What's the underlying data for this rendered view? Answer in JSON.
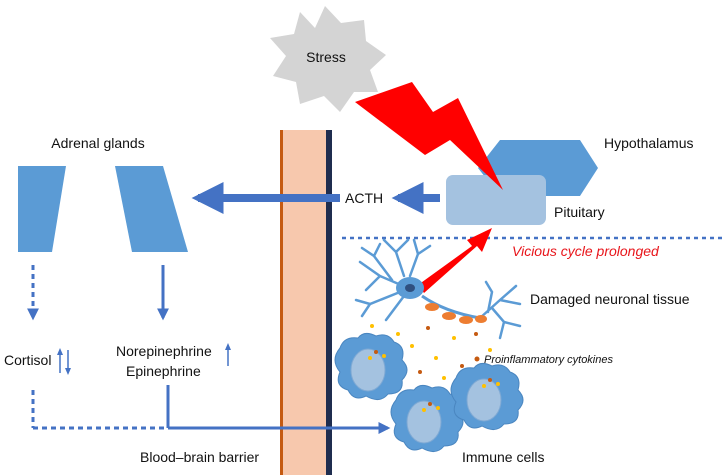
{
  "labels": {
    "stress": "Stress",
    "adrenal_glands": "Adrenal glands",
    "hypothalamus": "Hypothalamus",
    "acth": "ACTH",
    "pituitary": "Pituitary",
    "vicious_cycle": "Vicious cycle prolonged",
    "damaged_tissue": "Damaged neuronal tissue",
    "cortisol": "Cortisol",
    "norepinephrine": "Norepinephrine",
    "epinephrine": "Epinephrine",
    "cytokines": "Proinflammatory cytokines",
    "bbb": "Blood–brain barrier",
    "immune_cells": "Immune cells"
  },
  "colors": {
    "blue": "#5b9bd5",
    "arrow_blue": "#4472c4",
    "light_blue": "#a4c2e0",
    "barrier_fill": "#f7c8ad",
    "barrier_left_edge": "#c55a11",
    "barrier_right_edge": "#1f2d4f",
    "stress_gray": "#d4d4d4",
    "red": "#ff0000"
  }
}
